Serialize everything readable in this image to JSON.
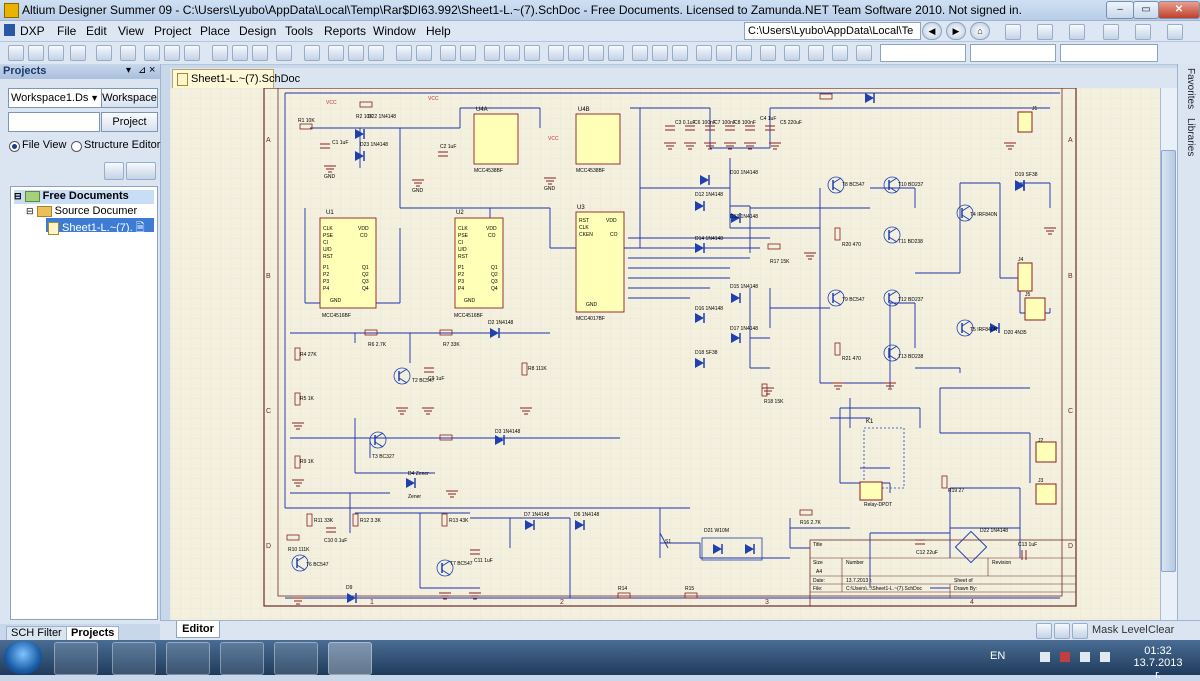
{
  "window": {
    "title": "Altium Designer Summer 09 - C:\\Users\\Lyubo\\AppData\\Local\\Temp\\Rar$DI63.992\\Sheet1-L.~(7).SchDoc - Free Documents. Licensed to Zamunda.NET  Team Software 2010. Not signed in.",
    "min": "–",
    "max": "▭",
    "close": "✕"
  },
  "menu": {
    "dxp": "DXP",
    "file": "File",
    "edit": "Edit",
    "view": "View",
    "project": "Project",
    "place": "Place",
    "design": "Design",
    "tools": "Tools",
    "reports": "Reports",
    "window": "Window",
    "help": "Help",
    "path": "C:\\Users\\Lyubo\\AppData\\Local\\Te"
  },
  "panel": {
    "title": "Projects",
    "workspace_combo": "Workspace1.Ds",
    "workspace_button": "Workspace",
    "project_button": "Project",
    "file_view": "File View",
    "structure_editor": "Structure Editor",
    "tree": {
      "root": "Free Documents",
      "child": "Source Documer",
      "leaf": "Sheet1-L.~(7)."
    },
    "tabs": {
      "sch_filter": "SCH Filter",
      "projects": "Projects"
    }
  },
  "document": {
    "tab": "Sheet1-L.~(7).SchDoc",
    "editor_tab": "Editor"
  },
  "right_dock": {
    "favorites": "Favorites",
    "libraries": "Libraries"
  },
  "status": {
    "mask_level": "Mask Level",
    "clear": "Clear"
  },
  "taskbar": {
    "lang": "EN",
    "time": "01:32",
    "date": "13.7.2013 г."
  },
  "schematic": {
    "ics": [
      "U1",
      "U2",
      "U3",
      "U4A",
      "U4B"
    ],
    "ic_parts": [
      "MCC4516BF",
      "MCC4516BF",
      "MCC4017BF",
      "MCC4538BF",
      "MCC4538BF"
    ],
    "u1_pins": [
      "CLK",
      "PSE",
      "CI",
      "U/D",
      "RST",
      "P1",
      "P2",
      "P3",
      "P4",
      "Q1",
      "Q2",
      "Q3",
      "Q4",
      "VDD",
      "CO",
      "GND"
    ],
    "u3_pins": [
      "RST",
      "CLK",
      "CKEN",
      "CO",
      "VDD",
      "GND"
    ],
    "resistors": [
      "R1 10K",
      "R2 10K",
      "R4 27K",
      "R5 1K",
      "R6 2.7K",
      "R7 33K",
      "R8 111K",
      "R9 1K",
      "R10 111K",
      "R11 33K",
      "R12 3.3K",
      "R13 43K",
      "R14",
      "R15",
      "R16 2.7K",
      "R17 15K",
      "R18 15K",
      "R19 27",
      "R20 470",
      "R21 470"
    ],
    "diodes": [
      "D1 1N4148",
      "D2 1N4148",
      "D3 1N4148",
      "D4 Zener",
      "D5 1N4148",
      "D6 1N4148",
      "D7 1N4148",
      "D9",
      "D10 1N4148",
      "D11 1N4148",
      "D12 1N4148",
      "D13 1N4148",
      "D14 1N4148",
      "D15 1N4148",
      "D16 1N4148",
      "D17 1N4148",
      "D18 SF38",
      "D19 SF38",
      "D20 4N35",
      "D21 W10M",
      "D22 1N4148",
      "D23 1N4148"
    ],
    "transistors": [
      "T1 BC547",
      "T2 BC547",
      "T3 BC327",
      "T4 IRF840N",
      "T5 IRF840N",
      "T6 BC547",
      "T7 BC547",
      "T8 BC547",
      "T9 BC547",
      "T10 BD237",
      "T11 BD238",
      "T12 BD237",
      "T13 BD238"
    ],
    "caps": [
      "C1 1uF",
      "C2 1uF",
      "C3 0.1uF",
      "C4 1uF",
      "C5 220uF",
      "C6 100nF",
      "C7 100nF",
      "C8 100nF",
      "C9 1uF",
      "C10 0.1uF",
      "C11 1uF",
      "C12 22uF",
      "C13 1uF"
    ],
    "connectors": [
      "J1",
      "J2",
      "J3",
      "J4",
      "J5"
    ],
    "relay": "K1",
    "relay_part": "Relay-DPDT",
    "switch": "S1",
    "vcc": "VCC",
    "gnd": "GND",
    "zener_label": "Zener",
    "title_block": {
      "title": "Title",
      "size": "Size",
      "size_val": "A4",
      "number": "Number",
      "revision": "Revision",
      "date": "Date:",
      "date_val": "13.7.2013 г.",
      "file": "File:",
      "file_val": "C:\\Users\\...\\Sheet1-L.~(7).SchDoc",
      "sheet": "Sheet   of",
      "drawn": "Drawn By:"
    },
    "zones_left": [
      "A",
      "B",
      "C",
      "D"
    ],
    "zones_bottom": [
      "1",
      "2",
      "3",
      "4"
    ]
  }
}
